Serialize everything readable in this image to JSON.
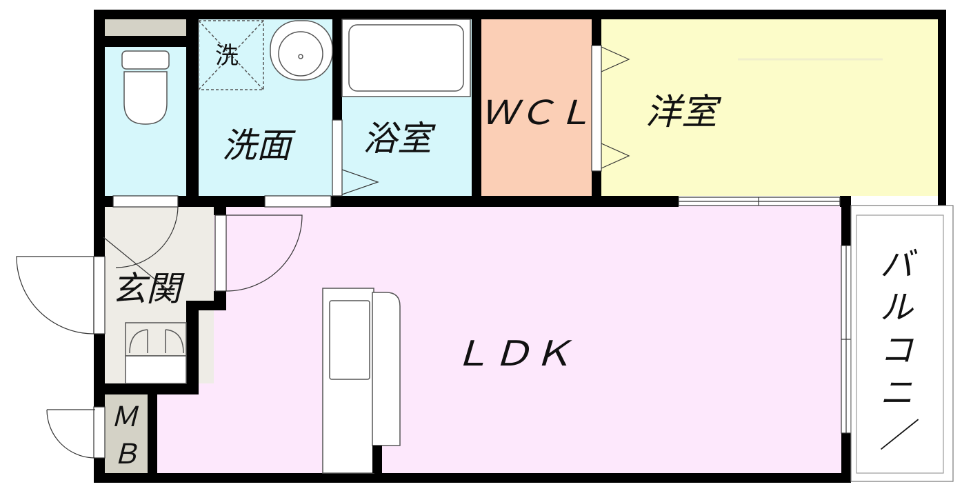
{
  "rooms": {
    "washroom": "洗面",
    "bath": "浴室",
    "wcl": "ＷＣＬ",
    "western_room": "洋室",
    "entrance": "玄関",
    "ldk": "ＬＤＫ",
    "balcony": [
      "バ",
      "ル",
      "コ",
      "ニ",
      "／"
    ],
    "meter_box": [
      "Ｍ",
      "Ｂ"
    ],
    "washer_mark": "洗"
  },
  "colors": {
    "wall": "#000000",
    "wet_area": "#d6f7fb",
    "wcl": "#fbcfb6",
    "western_room": "#fcfcc9",
    "ldk": "#fde8fc",
    "entrance": "#eeece6",
    "meter_box": "#d4d2c6",
    "fixture_stroke": "#555555"
  }
}
